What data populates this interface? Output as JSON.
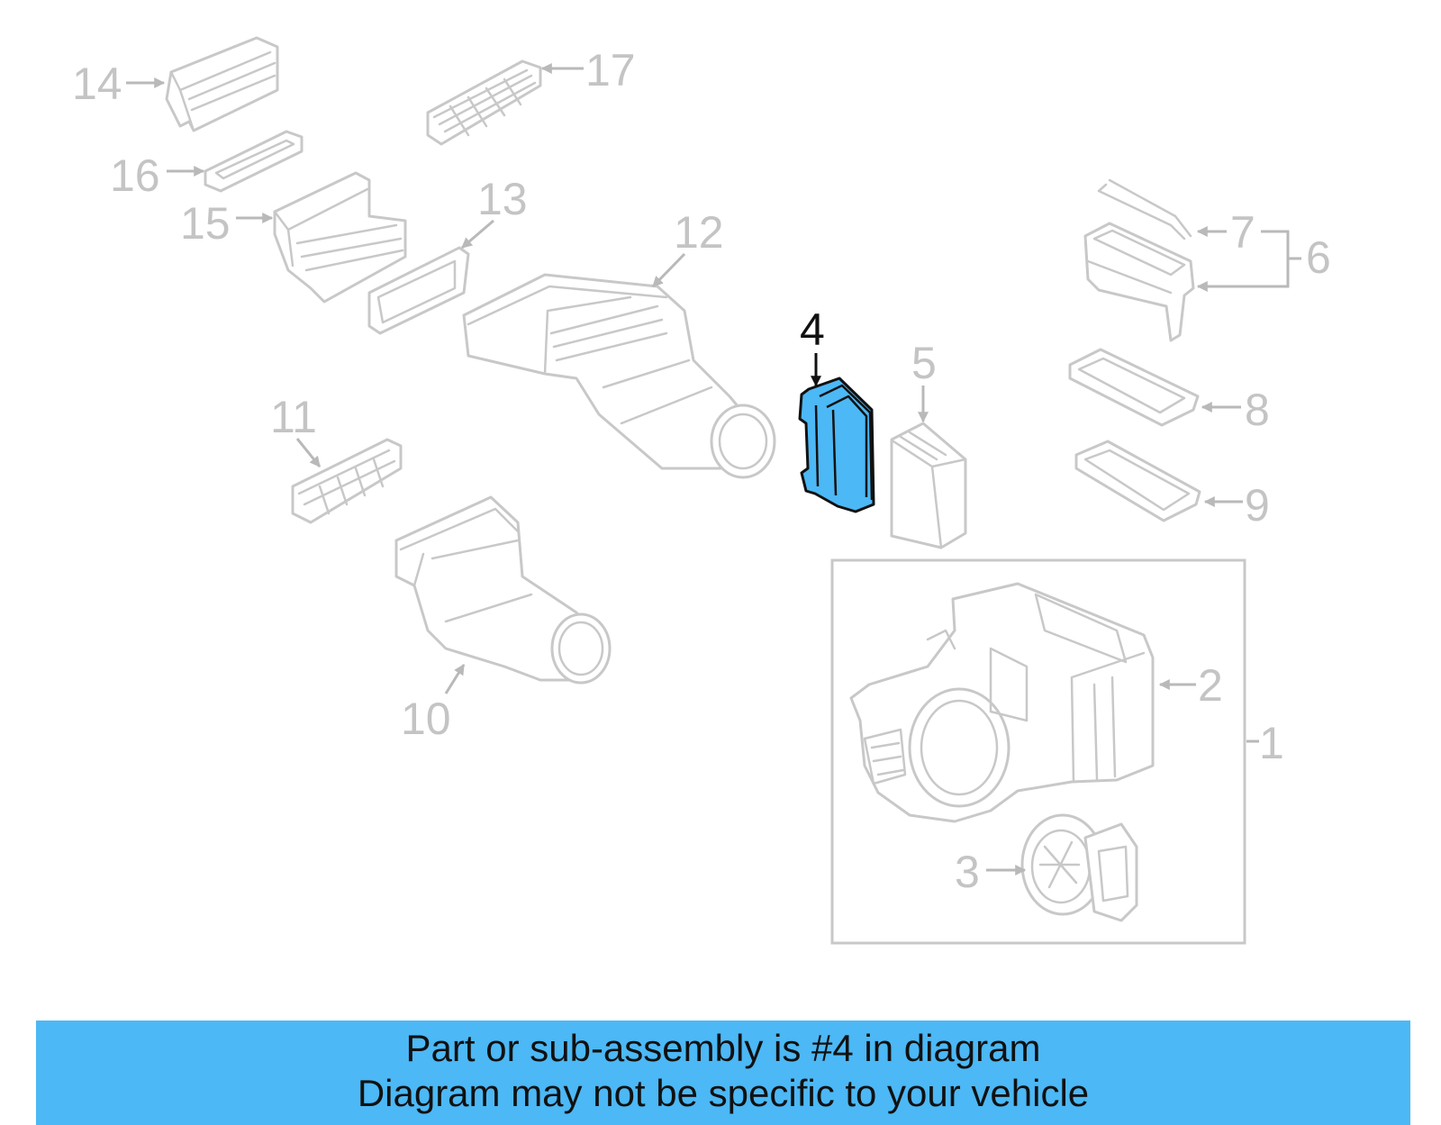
{
  "diagram": {
    "callouts": {
      "c1": "1",
      "c2": "2",
      "c3": "3",
      "c4": "4",
      "c5": "5",
      "c6": "6",
      "c7": "7",
      "c8": "8",
      "c9": "9",
      "c10": "10",
      "c11": "11",
      "c12": "12",
      "c13": "13",
      "c14": "14",
      "c15": "15",
      "c16": "16",
      "c17": "17"
    },
    "highlighted_part": "4",
    "colors": {
      "highlight": "#4cb8f5",
      "faded_line": "#c8c8c8",
      "dark_line": "#111111"
    }
  },
  "banner": {
    "line1": "Part or sub-assembly is #4 in diagram",
    "line2": "Diagram may not be specific to your vehicle"
  }
}
